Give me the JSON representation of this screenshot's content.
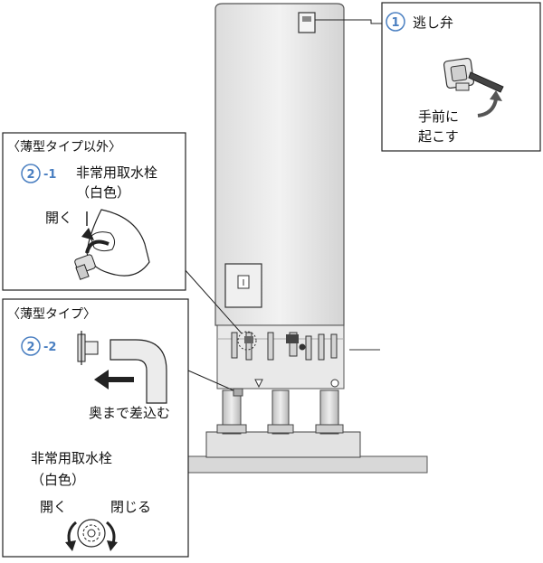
{
  "callout_1": {
    "number": "1",
    "title": "逃し弁",
    "action_line1": "手前に",
    "action_line2": "起こす"
  },
  "callout_2_1": {
    "heading": "〈薄型タイプ以外〉",
    "number": "2",
    "suffix": "-1",
    "title_line1": "非常用取水栓",
    "title_line2": "（白色）",
    "action": "開く"
  },
  "callout_2_2": {
    "heading": "〈薄型タイプ〉",
    "number": "2",
    "suffix": "-2",
    "instruction": "奥まで差込む",
    "title_line1": "非常用取水栓",
    "title_line2": "（白色）",
    "open_label": "開く",
    "close_label": "閉じる"
  },
  "colors": {
    "accent": "#4a7fc1",
    "line": "#222222",
    "tank_body": "#ececec",
    "base": "#d9d9d9"
  }
}
